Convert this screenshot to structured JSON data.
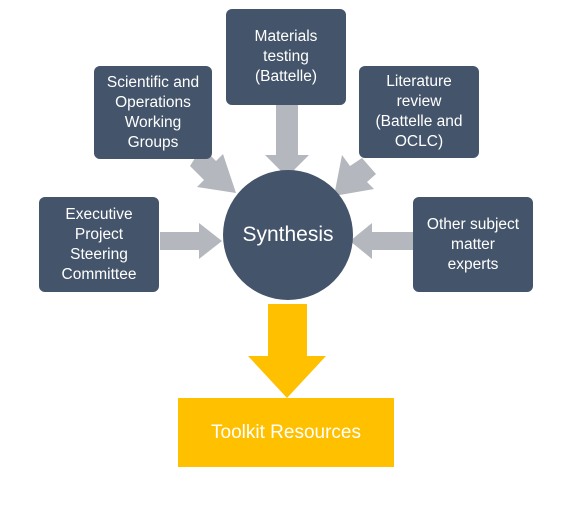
{
  "diagram": {
    "center": "Synthesis",
    "inputs": {
      "materials": "Materials\ntesting\n(Battelle)",
      "working_groups": "Scientific and\nOperations\nWorking\nGroups",
      "literature": "Literature\nreview\n(Battelle and\nOCLC)",
      "executive": "Executive\nProject\nSteering\nCommittee",
      "experts": "Other subject\nmatter\nexperts"
    },
    "output": "Toolkit Resources"
  },
  "colors": {
    "node_fill": "#44546a",
    "arrow_gray": "#b4b7bd",
    "output_fill": "#ffc000"
  }
}
